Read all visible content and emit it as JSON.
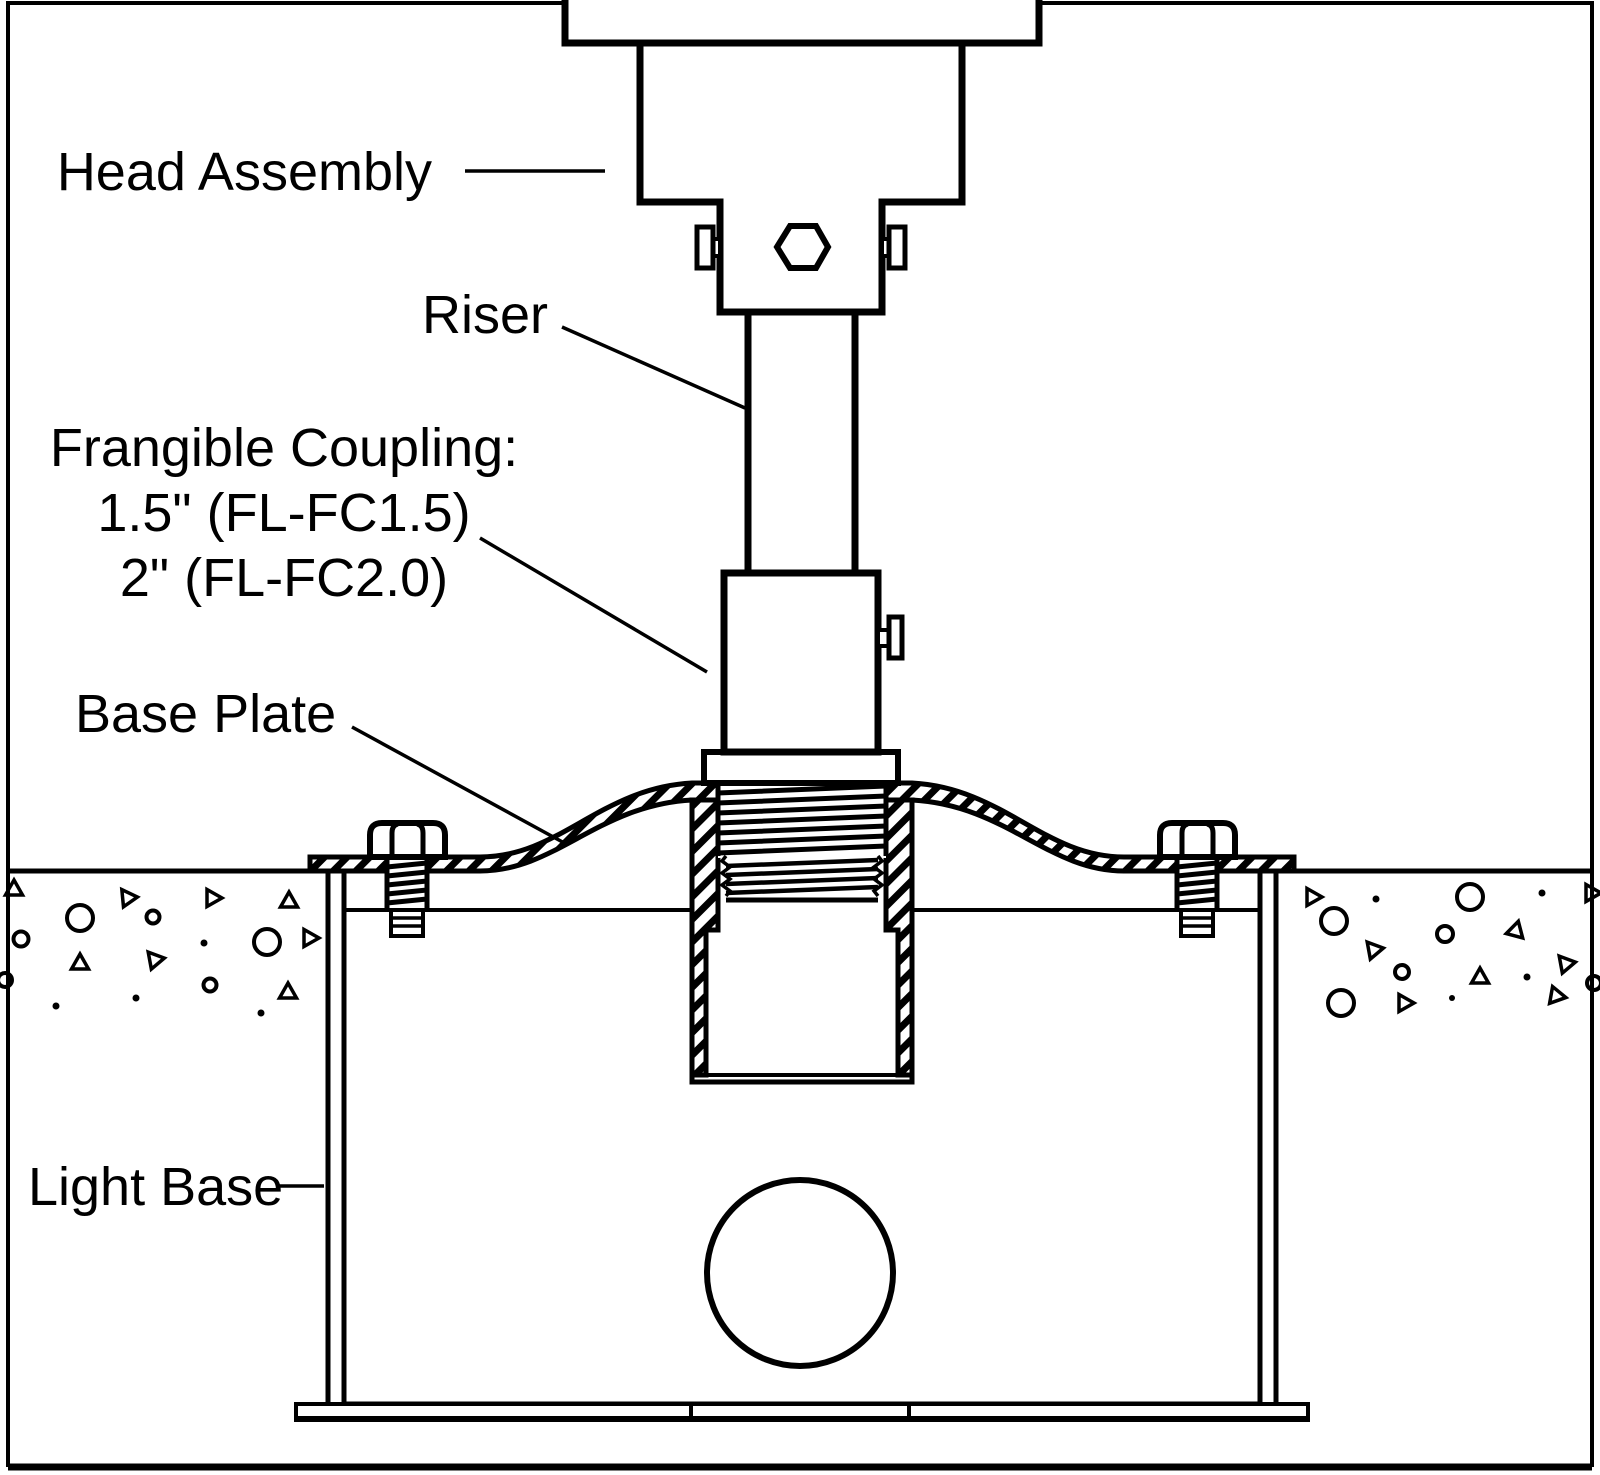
{
  "figure": {
    "background_color": "#ffffff",
    "line_color": "#000000",
    "kind": "frangible-coupling-installation-cross-section"
  },
  "labels": {
    "head_assembly": "Head Assembly",
    "riser": "Riser",
    "frangible_coupling": {
      "line1": "Frangible Coupling:",
      "line2": "1.5\" (FL-FC1.5)",
      "line3": "2\" (FL-FC2.0)"
    },
    "base_plate": "Base Plate",
    "light_base": "Light Base"
  }
}
